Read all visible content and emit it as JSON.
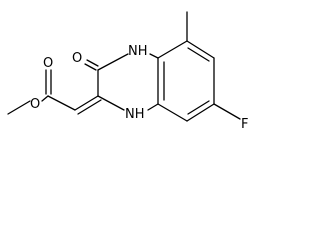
{
  "molecule": {
    "atom_labels": {
      "carbonyl_oxygen": "O",
      "ester_oxygen": "O",
      "ketone_oxygen": "O",
      "nh_top": "NH",
      "nh_bottom": "NH",
      "fluorine": "F"
    },
    "colors": {
      "bond": "#000000",
      "label": "#000000",
      "background": "#ffffff"
    }
  }
}
